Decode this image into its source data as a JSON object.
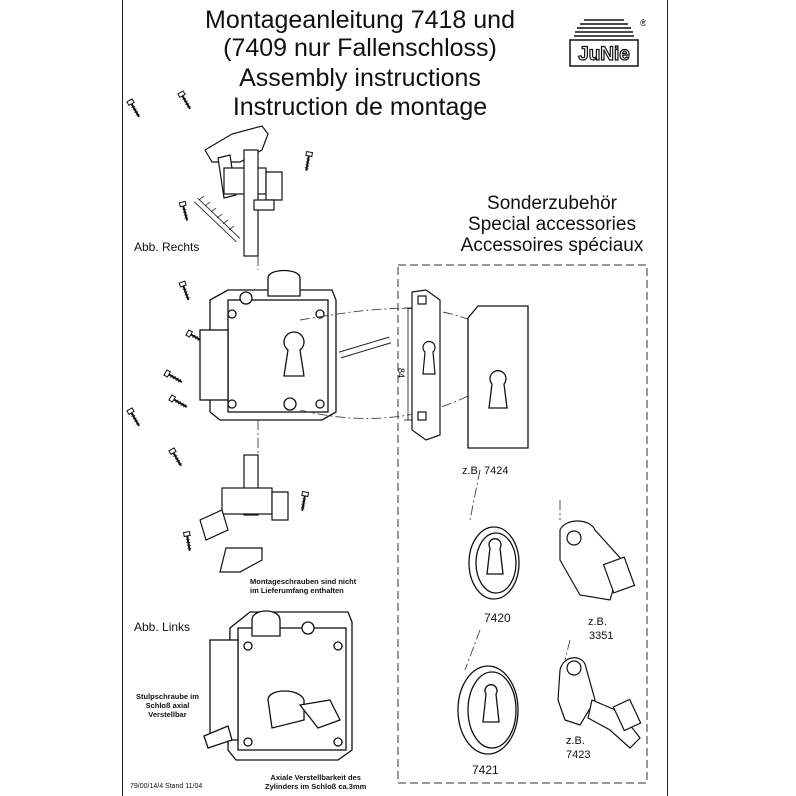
{
  "header": {
    "title_line1": "Montageanleitung 7418 und",
    "title_line2": "(7409 nur Fallenschloss)",
    "title_line3": "Assembly instructions",
    "title_line4": "Instruction de montage",
    "logo_text": "JuNie",
    "logo_mark": "®"
  },
  "special_accessories": {
    "line_de": "Sonderzubehör",
    "line_en": "Special accessories",
    "line_fr": "Accessoires spéciaux"
  },
  "figures": {
    "right_label": "Abb. Rechts",
    "left_label": "Abb. Links",
    "dimension": "84"
  },
  "parts": {
    "p7424": "z.B. 7424",
    "p7420": "7420",
    "p3351_prefix": "z.B.",
    "p3351": "3351",
    "p7421": "7421",
    "p7423_prefix": "z.B.",
    "p7423": "7423"
  },
  "notes": {
    "screws_line1": "Montageschrauben sind nicht",
    "screws_line2": "im Lieferumfang enthalten",
    "face_screw_line1": "Stulpschraube im",
    "face_screw_line2": "Schloß axial",
    "face_screw_line3": "Verstellbar",
    "axial_line1": "Axiale Verstellbarkeit des",
    "axial_line2": "Zylinders im Schloß ca.3mm"
  },
  "footer": {
    "stand": "79/00/14/4 Stand 11/04"
  }
}
